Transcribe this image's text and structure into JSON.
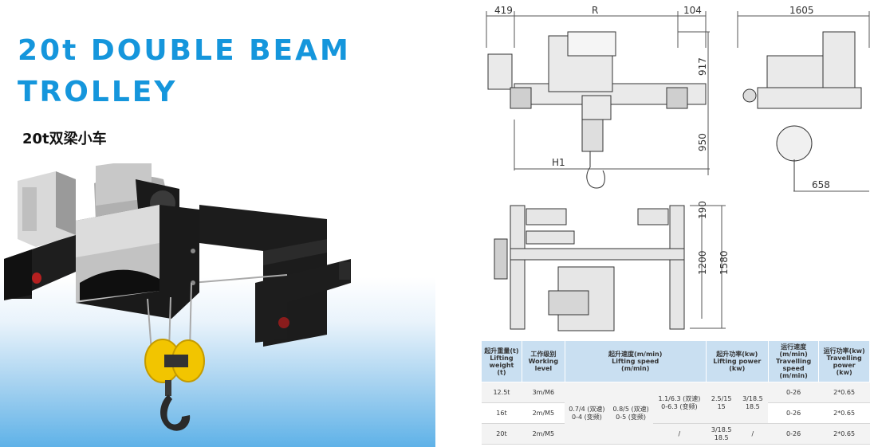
{
  "title_line1": "20t DOUBLE BEAM",
  "title_line2": "TROLLEY",
  "subtitle": "20t双梁小车",
  "dimensions": {
    "d419": "419",
    "dR": "R",
    "d104": "104",
    "d1605": "1605",
    "d917": "917",
    "d950": "950",
    "dH1": "H1",
    "d658": "658",
    "d190": "190",
    "d1200": "1200",
    "d1580": "1580"
  },
  "spec_table": {
    "headers": [
      {
        "cn": "起升重量(t)",
        "en": "Lifting weight",
        "unit": "(t)"
      },
      {
        "cn": "工作级别",
        "en": "Working level",
        "unit": ""
      },
      {
        "cn": "起升速度(m/min)",
        "en": "Lifting speed",
        "unit": "(m/min)"
      },
      {
        "cn": "起升功率(kw)",
        "en": "Lifting power",
        "unit": "(kw)"
      },
      {
        "cn": "运行速度(m/min)",
        "en": "Travelling speed",
        "unit": "(m/min)"
      },
      {
        "cn": "运行功率(kw)",
        "en": "Travelling power",
        "unit": "(kw)"
      }
    ],
    "rows": [
      {
        "weight": "12.5t",
        "level": "3m/M6",
        "speed3": "1.1/6.3 (双速) 0-6.3 (变频)",
        "power1": "2.5/15 15",
        "power2": "3/18.5 18.5",
        "travel": "0-26",
        "tpower": "2*0.65"
      },
      {
        "weight": "16t",
        "level": "2m/M5",
        "travel": "0-26",
        "tpower": "2*0.65"
      },
      {
        "weight": "20t",
        "level": "2m/M5",
        "speed3": "/",
        "power1": "3/18.5 18.5",
        "power2": "/",
        "travel": "0-26",
        "tpower": "2*0.65"
      }
    ],
    "merged_speed1": "0.7/4 (双速) 0-4 (变频)",
    "merged_speed2": "0.8/5 (双速) 0-5 (变频)"
  },
  "colors": {
    "title": "#1596dc",
    "header_bg": "#c9dff1",
    "hook": "#f2c500"
  }
}
